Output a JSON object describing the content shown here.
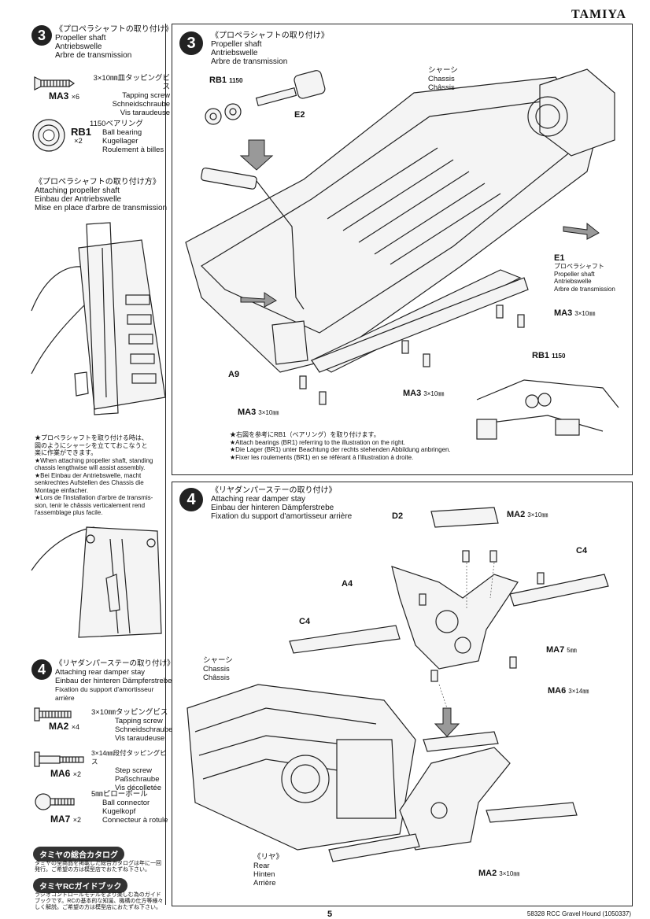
{
  "brand": "TAMIYA",
  "page_number": "5",
  "footer_code": "58328  RCC Gravel Hound (1050337)",
  "left": {
    "step3": {
      "num": "3",
      "title_jp": "《プロペラシャフトの取り付け》",
      "title_en": "Propeller shaft",
      "title_de": "Antriebswelle",
      "title_fr": "Arbre de transmission",
      "parts": [
        {
          "code": "MA3",
          "qty": "×6",
          "jp": "3×10㎜皿タッピングビス",
          "en": "Tapping screw",
          "de": "Schneidschraube",
          "fr": "Vis taraudeuse"
        },
        {
          "code": "RB1",
          "qty": "×2",
          "jp": "1150ベアリング",
          "en": "Ball bearing",
          "de": "Kugellager",
          "fr": "Roulement à billes"
        }
      ]
    },
    "attach": {
      "jp": "《プロペラシャフトの取り付け方》",
      "en": "Attaching propeller shaft",
      "de": "Einbau der Antriebswelle",
      "fr": "Mise en place d'arbre de transmission"
    },
    "note": [
      "★プロペラシャフトを取り付ける時は、",
      "図のようにシャーシを立てておこなうと",
      "楽に作業ができます。",
      "★When attaching propeller shaft, standing",
      "chassis lengthwise will assist assembly.",
      "★Bei Einbau der Antriebswelle, macht",
      "senkrechtes Aufstellen des Chassis die",
      "Montage einfacher.",
      "★Lors de l'installation d'arbre de transmis-",
      "sion, tenir le châssis verticalement rend",
      "l'assemblage plus facile."
    ],
    "step4": {
      "num": "4",
      "title_jp": "《リヤダンパーステーの取り付け》",
      "title_en": "Attaching rear damper stay",
      "title_de": "Einbau der hinteren Dämpferstrebe",
      "title_fr": "Fixation du support d'amortisseur arrière",
      "parts": [
        {
          "code": "MA2",
          "qty": "×4",
          "jp": "3×10㎜タッピングビス",
          "en": "Tapping screw",
          "de": "Schneidschraube",
          "fr": "Vis taraudeuse"
        },
        {
          "code": "MA6",
          "qty": "×2",
          "jp": "3×14㎜段付タッピングビス",
          "en": "Step screw",
          "de": "Paßschraube",
          "fr": "Vis décolletée"
        },
        {
          "code": "MA7",
          "qty": "×2",
          "jp": "5㎜ピローボール",
          "en": "Ball connector",
          "de": "Kugelkopf",
          "fr": "Connecteur à rotule"
        }
      ]
    },
    "catalog": {
      "head1": "タミヤの総合カタログ",
      "body1": [
        "タミヤの全商品を掲載した総合カタログは年に一回",
        "発行。ご希望の方は模型店でおたずね下さい。"
      ],
      "head2": "タミヤRCガイドブック",
      "body2": [
        "ラジオコントロールモデルをより楽しむ為のガイド",
        "ブックです。RCの基本的な知識、機構の仕方等様々",
        "しく解説。ご希望の方は模型店におたずね下さい。"
      ]
    }
  },
  "right": {
    "step3": {
      "num": "3",
      "title_jp": "《プロペラシャフトの取り付け》",
      "title_en": "Propeller shaft",
      "title_de": "Antriebswelle",
      "title_fr": "Arbre de transmission",
      "chassis": [
        "シャーシ",
        "Chassis",
        "Châssis"
      ],
      "rb1": "RB1",
      "rb1_sub": "1150",
      "e2": "E2",
      "e1": "E1",
      "e1_lines": [
        "プロペラシャフト",
        "Propeller shaft",
        "Antriebswelle",
        "Arbre de transmission"
      ],
      "ma3": "MA3",
      "ma3_sub": "3×10㎜",
      "a9": "A9",
      "notes": [
        "★右図を参考にRB1（ベアリング）を取り付けます。",
        "★Attach bearings (BR1) referring to the illustration on the right.",
        "★Die Lager (BR1) unter Beachtung der rechts stehenden Abbildung anbringen.",
        "★Fixer les roulements (BR1) en se référant à l'illustration à droite."
      ]
    },
    "step4": {
      "num": "4",
      "title_jp": "《リヤダンパーステーの取り付け》",
      "title_en": "Attaching rear damper stay",
      "title_de": "Einbau der hinteren Dämpferstrebe",
      "title_fr": "Fixation du support d'amortisseur arrière",
      "d2": "D2",
      "a4": "A4",
      "c4": "C4",
      "ma2": "MA2",
      "ma2_sub": "3×10㎜",
      "ma7": "MA7",
      "ma7_sub": "5㎜",
      "ma6": "MA6",
      "ma6_sub": "3×14㎜",
      "chassis": [
        "シャーシ",
        "Chassis",
        "Châssis"
      ],
      "rear": [
        "《リヤ》",
        "Rear",
        "Hinten",
        "Arrière"
      ]
    }
  }
}
